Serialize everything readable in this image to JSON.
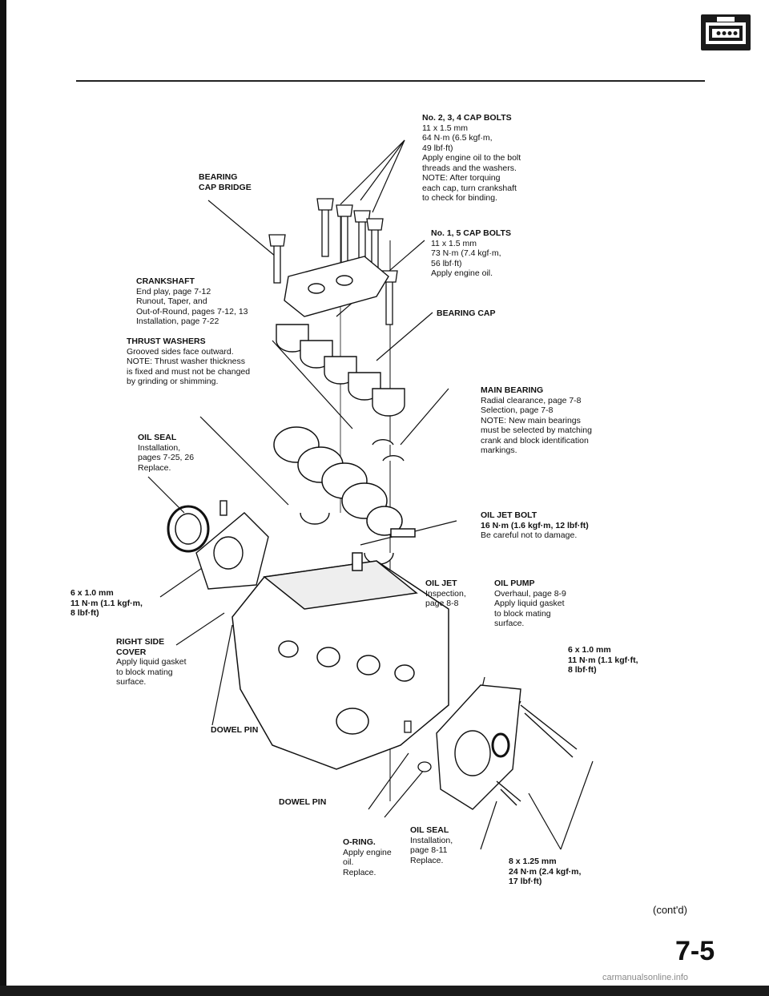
{
  "page": {
    "number": "7-5",
    "contd": "(cont'd)",
    "watermark": "carmanualsonline.info"
  },
  "labels": {
    "cap_bolts_234": {
      "head": "No. 2, 3, 4 CAP BOLTS",
      "lines": [
        "11 x 1.5 mm",
        "64 N·m (6.5 kgf·m,",
        "49 lbf·ft)",
        "Apply engine oil to the bolt",
        "threads and the washers.",
        "NOTE: After torquing",
        "each cap, turn crankshaft",
        "to check for binding."
      ]
    },
    "bearing_cap_bridge": {
      "head1": "BEARING",
      "head2": "CAP BRIDGE"
    },
    "cap_bolts_15": {
      "head": "No. 1, 5 CAP BOLTS",
      "lines": [
        "11 x 1.5 mm",
        "73 N·m (7.4 kgf·m,",
        "56 lbf·ft)",
        "Apply engine oil."
      ]
    },
    "crankshaft": {
      "head": "CRANKSHAFT",
      "lines": [
        "End play, page 7-12",
        "Runout, Taper, and",
        "Out-of-Round, pages 7-12, 13",
        "Installation, page 7-22"
      ]
    },
    "bearing_cap": {
      "head": "BEARING CAP"
    },
    "thrust_washers": {
      "head": "THRUST WASHERS",
      "lines": [
        "Grooved sides face outward.",
        "NOTE: Thrust washer thickness",
        "is fixed and must not be changed",
        "by grinding or shimming."
      ]
    },
    "main_bearing": {
      "head": "MAIN BEARING",
      "lines": [
        "Radial clearance, page 7-8",
        "Selection, page 7-8",
        "NOTE: New main bearings",
        "must be selected by matching",
        "crank and block identification",
        "markings."
      ]
    },
    "oil_seal_rear": {
      "head": "OIL SEAL",
      "lines": [
        "Installation,",
        "pages 7-25, 26",
        "Replace."
      ]
    },
    "oil_jet_bolt": {
      "head": "OIL JET BOLT",
      "torque": "16 N·m (1.6 kgf·m, 12 lbf·ft)",
      "lines": [
        "Be careful not to damage."
      ]
    },
    "side_cover_bolt": {
      "head": "6 x 1.0 mm",
      "lines": [
        "11 N·m (1.1 kgf·m,",
        "8 lbf·ft)"
      ]
    },
    "oil_jet": {
      "head": "OIL JET",
      "lines": [
        "Inspection,",
        "page 8-8"
      ]
    },
    "oil_pump": {
      "head": "OIL PUMP",
      "lines": [
        "Overhaul, page 8-9",
        "Apply liquid gasket",
        "to block mating",
        "surface."
      ]
    },
    "right_side_cover": {
      "head1": "RIGHT SIDE",
      "head2": "COVER",
      "lines": [
        "Apply liquid gasket",
        "to block mating",
        "surface."
      ]
    },
    "pump_bolt_small": {
      "head": "6 x 1.0 mm",
      "lines": [
        "11 N·m (1.1 kgf·ft,",
        "8 lbf·ft)"
      ]
    },
    "dowel_pin_1": {
      "head": "DOWEL PIN"
    },
    "dowel_pin_2": {
      "head": "DOWEL PIN"
    },
    "o_ring": {
      "head": "O-RING.",
      "lines": [
        "Apply engine",
        "oil.",
        "Replace."
      ]
    },
    "oil_seal_pump": {
      "head": "OIL SEAL",
      "lines": [
        "Installation,",
        "page 8-11",
        "Replace."
      ]
    },
    "pump_bolt_large": {
      "head": "8 x 1.25 mm",
      "lines": [
        "24 N·m (2.4 kgf·m,",
        "17 lbf·ft)"
      ]
    }
  },
  "icons": {
    "tab": "engine-block-tab-icon"
  }
}
